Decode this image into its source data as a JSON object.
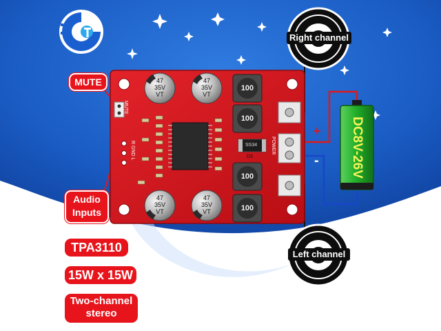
{
  "labels": {
    "mute": "MUTE",
    "audio_inputs_line1": "Audio",
    "audio_inputs_line2": "Inputs",
    "chip": "TPA3110",
    "power": "15W x 15W",
    "stereo_line1": "Two-channel",
    "stereo_line2": "stereo",
    "right_channel": "Right channel",
    "left_channel": "Left channel",
    "battery": "DC8V-26V",
    "plus": "+",
    "minus": "-"
  },
  "components": {
    "cap_value_line1": "47",
    "cap_value_line2": "35V",
    "cap_value_line3": "VT",
    "inductor_value": "100",
    "silk_mute": "MUTE",
    "silk_rgnd": "R GND L",
    "silk_power": "POWER",
    "silk_d3": "D3",
    "silk_ss34": "SS34"
  },
  "colors": {
    "background_blue": "#1e63c8",
    "pcb_red": "#d8141c",
    "label_red": "#e8141c",
    "battery_green": "#22b02a",
    "wire_red": "#e01818",
    "wire_blue": "#1846c8"
  }
}
